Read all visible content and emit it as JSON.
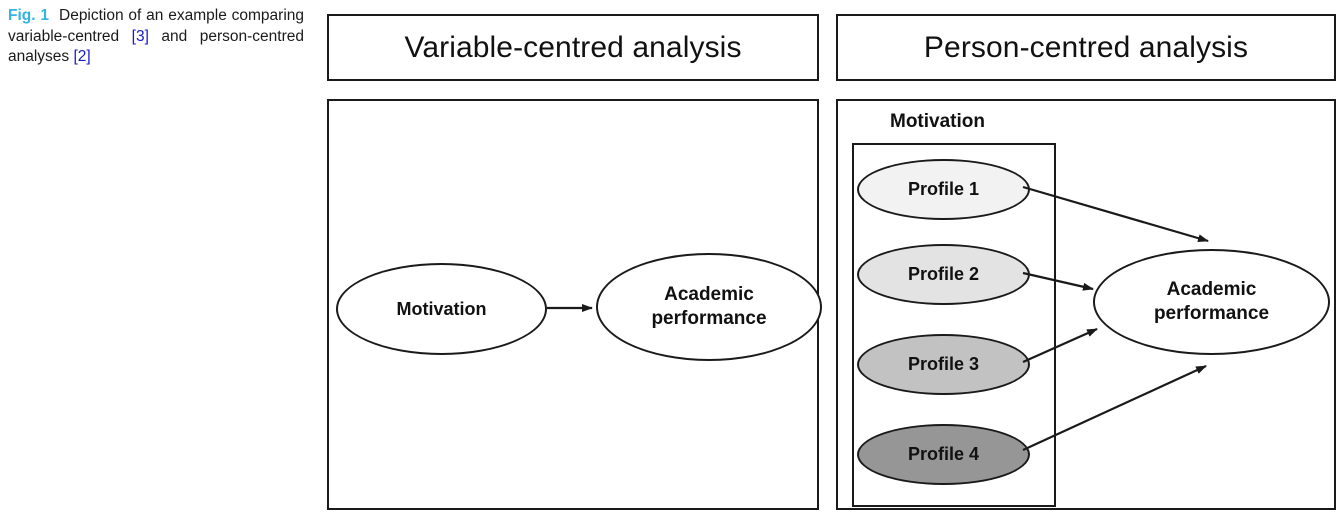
{
  "caption": {
    "figure_number": "Fig. 1",
    "text_before_first_cite": "Depiction of an example comparing variable-centred ",
    "cite_1": "[3]",
    "text_middle": " and person-centred analyses ",
    "cite_2": "[2]",
    "full_text": "Fig. 1 Depiction of an example comparing variable-centred [3] and person-centred analyses [2]"
  },
  "colors": {
    "fig_number": "#34b3e4",
    "citation": "#1818d0",
    "stroke": "#1a1a1a",
    "profile_1_fill": "#f2f2f2",
    "profile_2_fill": "#e3e3e3",
    "profile_3_fill": "#c2c2c2",
    "profile_4_fill": "#969696",
    "panel_background": "#ffffff"
  },
  "left_panel": {
    "header": "Variable-centred analysis",
    "nodes": [
      {
        "id": "motivation",
        "label": "Motivation",
        "fill": "#ffffff"
      },
      {
        "id": "academic-performance",
        "label": "Academic\nperformance",
        "line1": "Academic",
        "line2": "performance",
        "fill": "#ffffff"
      }
    ],
    "edges": [
      {
        "from": "motivation",
        "to": "academic-performance"
      }
    ]
  },
  "right_panel": {
    "header": "Person-centred analysis",
    "group_label": "Motivation",
    "profiles": [
      {
        "id": "profile-1",
        "label": "Profile 1",
        "fill": "#f2f2f2"
      },
      {
        "id": "profile-2",
        "label": "Profile 2",
        "fill": "#e3e3e3"
      },
      {
        "id": "profile-3",
        "label": "Profile 3",
        "fill": "#c2c2c2"
      },
      {
        "id": "profile-4",
        "label": "Profile 4",
        "fill": "#969696"
      }
    ],
    "outcome": {
      "id": "academic-performance-right",
      "line1": "Academic",
      "line2": "performance",
      "fill": "#ffffff"
    },
    "edges": [
      {
        "from": "profile-1",
        "to": "academic-performance-right"
      },
      {
        "from": "profile-2",
        "to": "academic-performance-right"
      },
      {
        "from": "profile-3",
        "to": "academic-performance-right"
      },
      {
        "from": "profile-4",
        "to": "academic-performance-right"
      }
    ]
  }
}
